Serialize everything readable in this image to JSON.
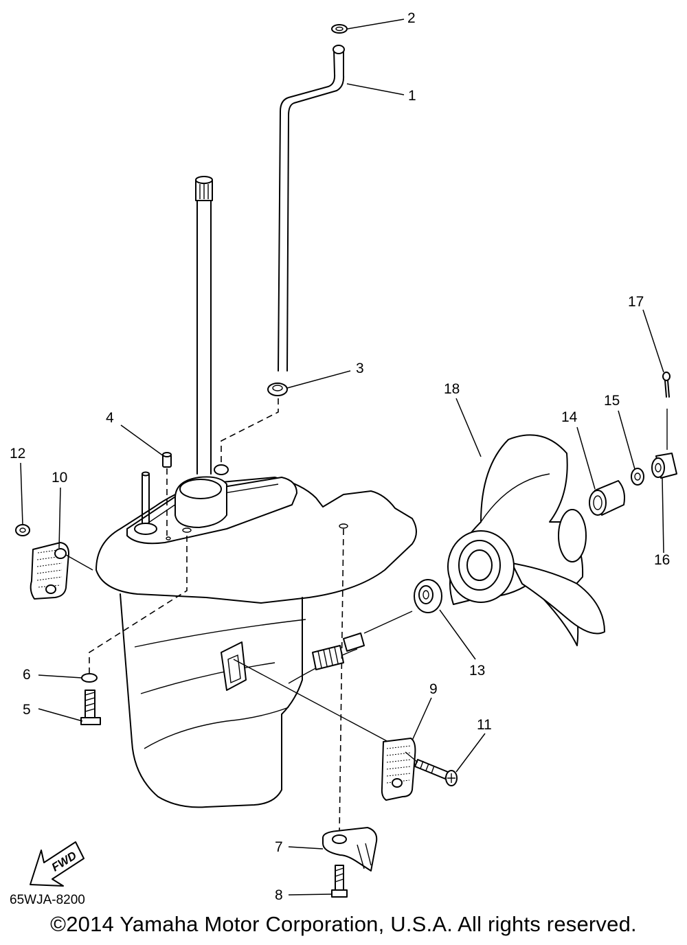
{
  "diagram": {
    "part_code": "65WJA-8200",
    "fwd_label": "FWD",
    "copyright": "©2014 Yamaha Motor Corporation, U.S.A. All rights reserved.",
    "callouts": [
      "1",
      "2",
      "3",
      "4",
      "5",
      "6",
      "7",
      "8",
      "9",
      "10",
      "11",
      "12",
      "13",
      "14",
      "15",
      "16",
      "17",
      "18"
    ]
  }
}
